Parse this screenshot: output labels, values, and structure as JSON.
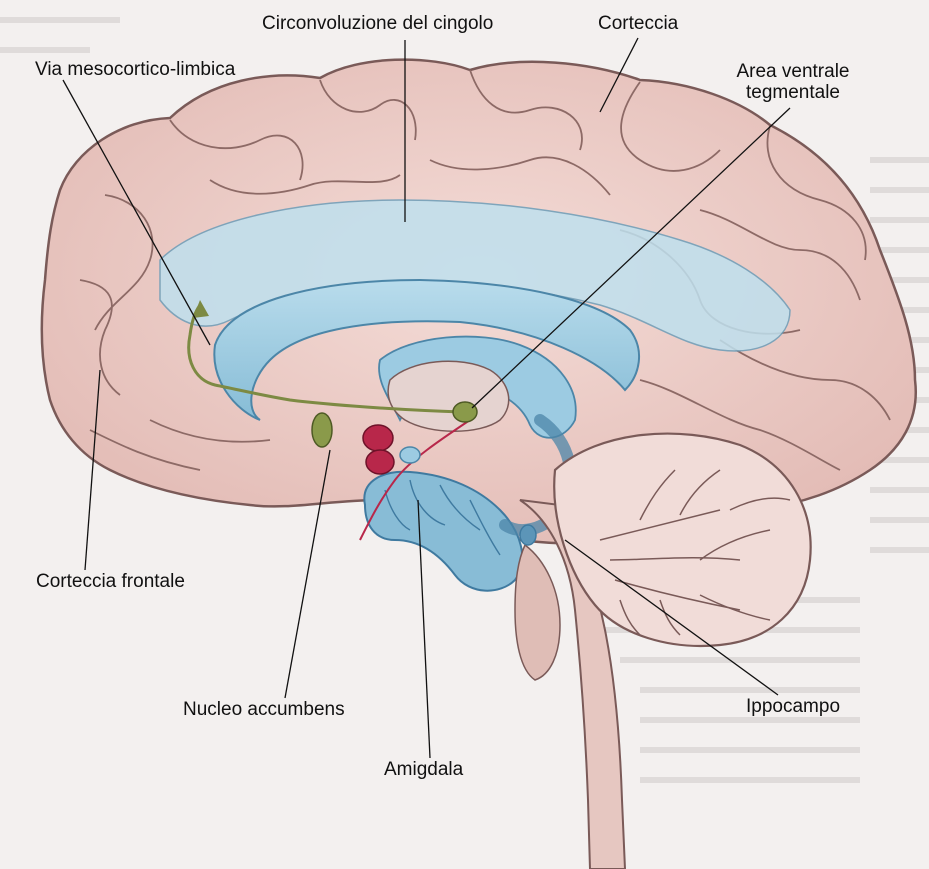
{
  "labels": {
    "cingolo": "Circonvoluzione del cingolo",
    "corteccia": "Corteccia",
    "via": "Via mesocortico-limbica",
    "area_line1": "Area ventrale",
    "area_line2": "tegmentale",
    "frontale": "Corteccia frontale",
    "nucleo": "Nucleo accumbens",
    "ippocampo": "Ippocampo",
    "amigdala": "Amigdala"
  },
  "colors": {
    "cortex": "#eccfca",
    "cortex_edge": "#7a5a58",
    "limbic_blue": "#a9d3e6",
    "blue_dark": "#4c86a8",
    "pathway_green": "#7d8a43",
    "nucleus_red": "#b8274a",
    "cerebellum": "#f1dcd8",
    "brainstem": "#e6c7c1",
    "page_bg": "#f3f0ef"
  }
}
